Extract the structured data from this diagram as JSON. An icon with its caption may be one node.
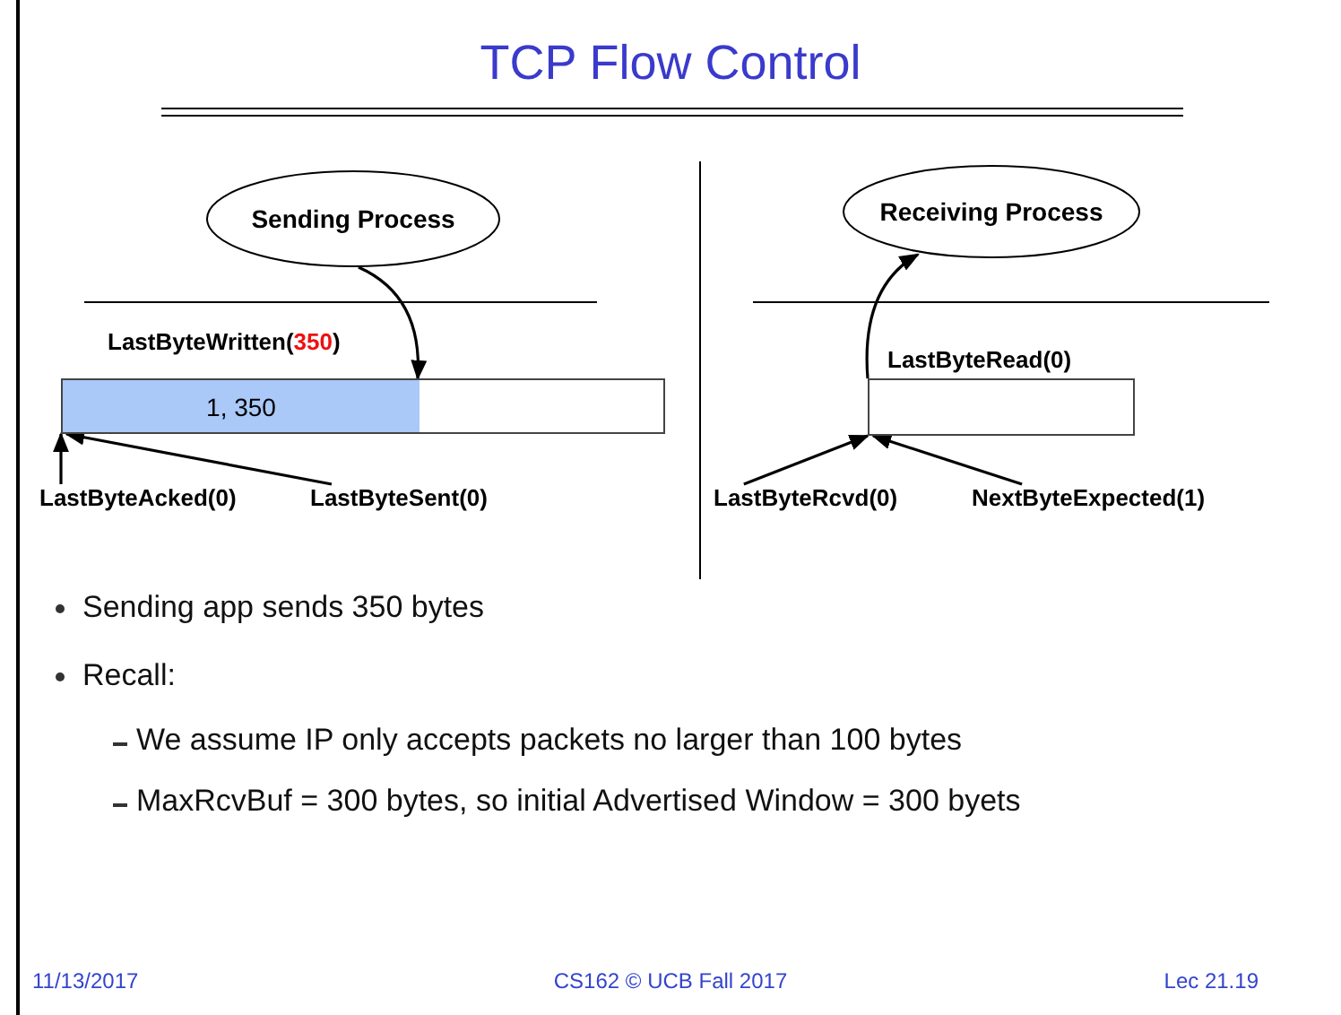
{
  "diagram": {
    "title": "TCP Flow Control",
    "nodes": [
      {
        "text": [
          "Sending Process"
        ]
      },
      {
        "text": [
          "1, 350"
        ]
      },
      {
        "text": [
          "LastByteAcked(0)"
        ]
      },
      {
        "text": [
          "LastByteSent(0)"
        ]
      },
      {
        "text": [
          "Receiving Process"
        ]
      },
      {
        "text": [],
        "shape": "box"
      },
      {
        "text": [
          "LastByteRcvd(0)"
        ]
      },
      {
        "text": [
          "NextByteExpected(1)"
        ]
      }
    ],
    "edges": [
      {
        "from": 0,
        "to": 1,
        "arrow": "to"
      },
      {
        "from": 2,
        "to": 1,
        "arrow": "to"
      },
      {
        "from": 3,
        "to": 1,
        "arrow": "to"
      },
      {
        "from": 5,
        "to": 4,
        "arrow": "to"
      },
      {
        "from": 6,
        "to": 5,
        "arrow": "to"
      },
      {
        "from": 7,
        "to": 5,
        "arrow": "to"
      }
    ],
    "labels": [
      "LastByteWritten(**350**)",
      "LastByteRead(0)",
      "Sending app sends 350 bytes",
      "Recall:",
      "We assume IP only accepts packets no larger than 100 bytes",
      "MaxRcvBuf = 300 bytes, so initial Advertised Window = 300 byets",
      "11/13/2017",
      "CS162 © UCB Fall 2017",
      "Lec 21.19"
    ]
  }
}
